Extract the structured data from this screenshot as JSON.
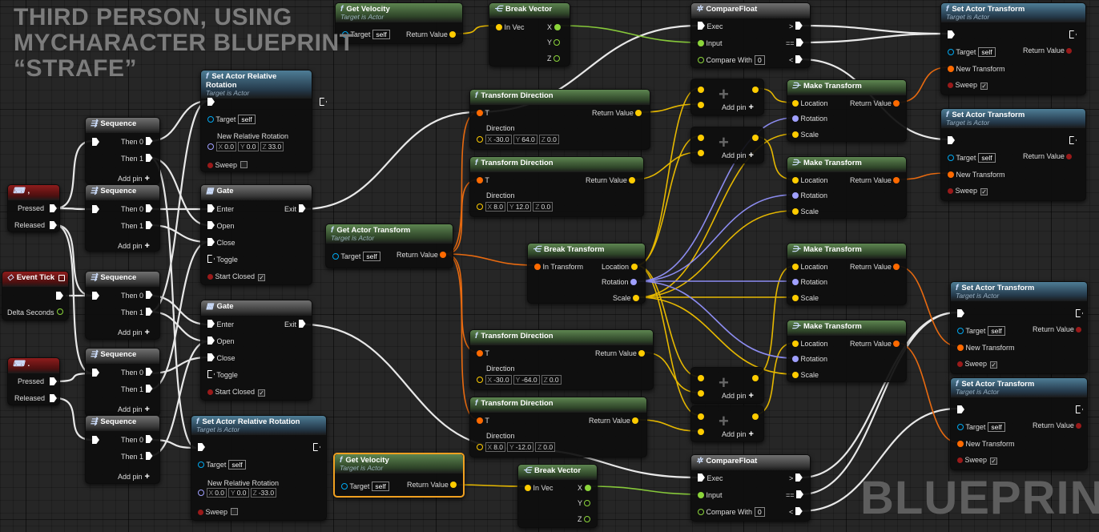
{
  "title": {
    "line1": "THIRD PERSON, USING",
    "line2": "MYCHARACTER BLUEPRINT",
    "line3": "“STRAFE”"
  },
  "watermark": "BLUEPRINT",
  "labels": {
    "get_velocity": "Get Velocity",
    "target_is_actor": "Target is Actor",
    "target": "Target",
    "self": "self",
    "return_value": "Return Value",
    "break_vector": "Break Vector",
    "in_vec": "In Vec",
    "x": "X",
    "y": "Y",
    "z": "Z",
    "compare_float": "CompareFloat",
    "exec": "Exec",
    "input": "Input",
    "compare_with": "Compare With",
    "zero": "0",
    "gt": ">",
    "eq": "==",
    "lt": "<",
    "set_actor_transform": "Set Actor Transform",
    "new_transform": "New Transform",
    "sweep": "Sweep",
    "set_actor_relative_rotation": "Set Actor Relative Rotation",
    "new_relative_rotation": "New Relative Rotation",
    "sequence": "Sequence",
    "then0": "Then 0",
    "then1": "Then 1",
    "add_pin": "Add pin",
    "pressed": "Pressed",
    "released": "Released",
    "event_tick": "Event Tick",
    "delta_seconds": "Delta Seconds",
    "gate": "Gate",
    "enter": "Enter",
    "open": "Open",
    "close": "Close",
    "toggle": "Toggle",
    "start_closed": "Start Closed",
    "exit": "Exit",
    "transform_direction": "Transform Direction",
    "t": "T",
    "direction": "Direction",
    "get_actor_transform": "Get Actor Transform",
    "break_transform": "Break Transform",
    "in_transform": "In Transform",
    "location": "Location",
    "rotation": "Rotation",
    "scale": "Scale",
    "make_transform": "Make Transform",
    "key_comma": ",",
    "key_period": "."
  },
  "rotation_top": {
    "x": "0.0",
    "y": "0.0",
    "z": "33.0"
  },
  "rotation_bottom": {
    "x": "0.0",
    "y": "0.0",
    "z": "-33.0"
  },
  "td1": {
    "x": "-30.0",
    "y": "64.0",
    "z": "0.0"
  },
  "td2": {
    "x": "8.0",
    "y": "12.0",
    "z": "0.0"
  },
  "td3": {
    "x": "-30.0",
    "y": "-64.0",
    "z": "0.0"
  },
  "td4": {
    "x": "8.0",
    "y": "-12.0",
    "z": "0.0"
  }
}
